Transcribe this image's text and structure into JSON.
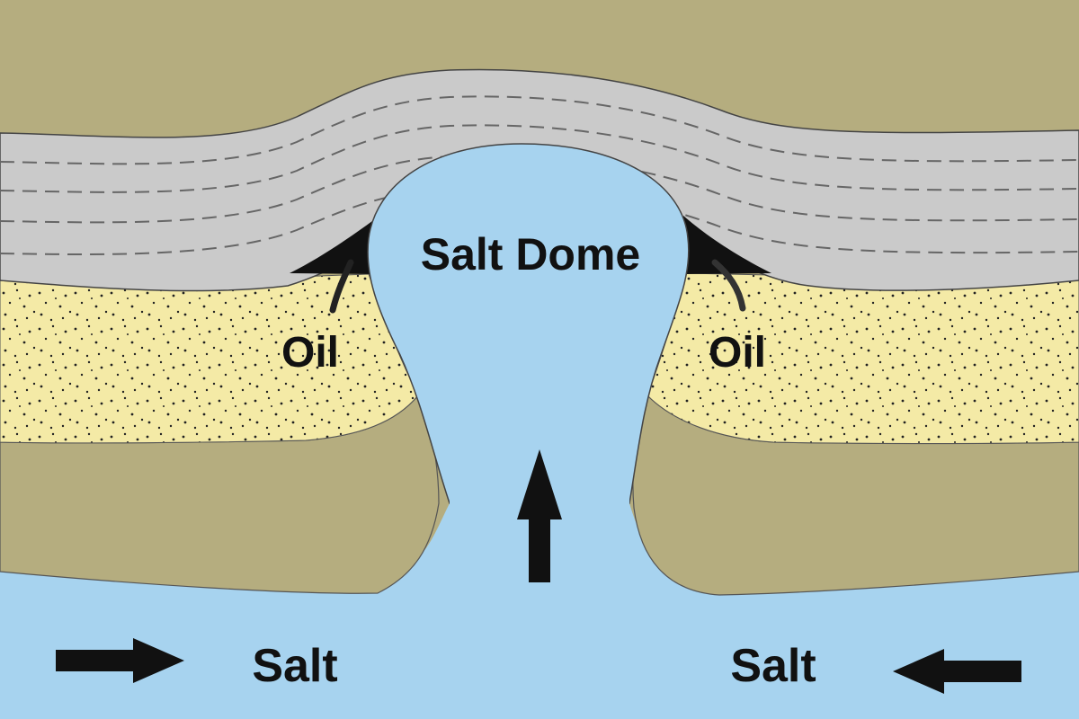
{
  "labels": {
    "dome": "Salt Dome",
    "oil_left": "Oil",
    "oil_right": "Oil",
    "salt_left": "Salt",
    "salt_right": "Salt"
  },
  "colors": {
    "overburden": "#b5ad7f",
    "cap_rock": "#cacaca",
    "dash_lines": "#666666",
    "reservoir_sand": "#f4eaa6",
    "sand_dots": "#222222",
    "lower_strata": "#b5ad7f",
    "salt": "#a7d3ef",
    "oil": "#111111",
    "arrows": "#111111"
  },
  "icons": {
    "flow_right": "right-arrow",
    "flow_left": "left-arrow",
    "flow_up": "up-arrow"
  }
}
